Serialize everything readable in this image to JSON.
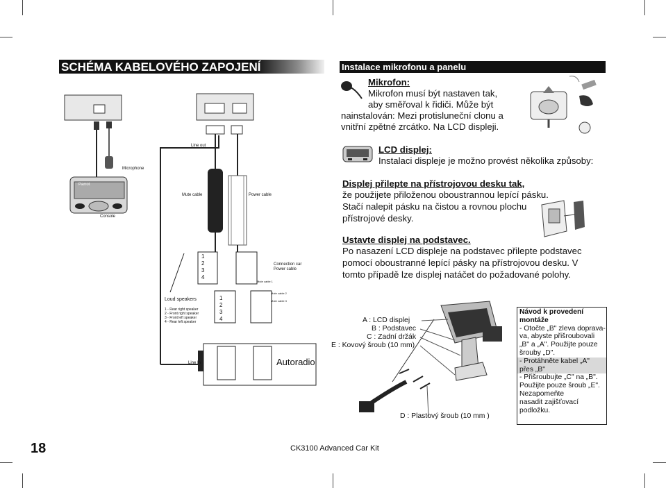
{
  "left": {
    "banner": "SCHÉMA KABELOVÉHO ZAPOJENÍ",
    "diagram": {
      "line_out": "Line out",
      "microphone": "Microphone",
      "display_brand": "Parrot",
      "console": "Console",
      "mute_cable": "Mute cable",
      "power_cable": "Power cable",
      "connection_car_power_cable": [
        "Connection car",
        "Power cable"
      ],
      "mute_cable_1": "Mute cable 1",
      "mute_cable_2": "Mute cable 2",
      "mute_cable_3": "Mute cable 3",
      "loud_speakers": "Loud speakers",
      "speakers_list": [
        "1 - Rear right speaker",
        "2 - Front right speaker",
        "3 - Front left speaker",
        "4 - Rear left speaker"
      ],
      "line_in": "Line In",
      "autoradio": "Autoradio",
      "pins": [
        "1",
        "2",
        "3",
        "4"
      ]
    }
  },
  "right": {
    "banner": "Instalace mikrofonu a panelu",
    "mikrofon": {
      "heading": "Mikrofon:",
      "lines": [
        "Mikrofon musí být nastaven tak,",
        "aby směřoval k řidiči. Může být",
        "nainstalován: Mezi protisluneční clonu a",
        "vnitřní zpětné zrcátko. Na LCD displeji."
      ]
    },
    "lcd": {
      "heading": "LCD displej:",
      "line": "Instalaci displeje je možno provést několika způsoby:"
    },
    "desk": {
      "heading": "Displej přilepte na přístrojovou desku tak,",
      "lines": [
        "že použijete přiloženou oboustrannou lepící pásku.",
        "Stačí nalepit pásku na čistou a rovnou plochu",
        "přístrojové desky."
      ]
    },
    "stand": {
      "heading": "Ustavte displej na podstavec.",
      "lines": [
        "Po nasazení LCD displeje na podstavec přilepte podstavec",
        "pomocí oboustranné lepící pásky na přístrojovou desku. V",
        "tomto případě lze displej natáčet do požadované polohy."
      ]
    },
    "parts": {
      "a": "A :  LCD displej",
      "b": "B : Podstavec",
      "c": "C : Zadní držák",
      "e": "E : Kovový šroub (10 mm)",
      "d": "D : Plastový šroub (10 mm )"
    },
    "note": {
      "lines": [
        "Návod k provedení",
        "montáže",
        "- Otočte „B\" zleva doprava-",
        "va, abyste přišroubovali",
        "„B\" a „A\". Použijte pouze",
        "šrouby „D\".",
        "- Protáhněte kabel „A\"",
        "přes „B\"",
        "- Přišroubujte „C\" na „B\".",
        "Použijte pouze šroub „E\".",
        "Nezapomeňte",
        "nasadit zajišťovací",
        "podložku."
      ]
    }
  },
  "footer": {
    "page_number": "18",
    "product": "CK3100 Advanced Car Kit"
  },
  "colors": {
    "banner_bg": "#111111",
    "note_highlight": "#d9d9d9"
  }
}
